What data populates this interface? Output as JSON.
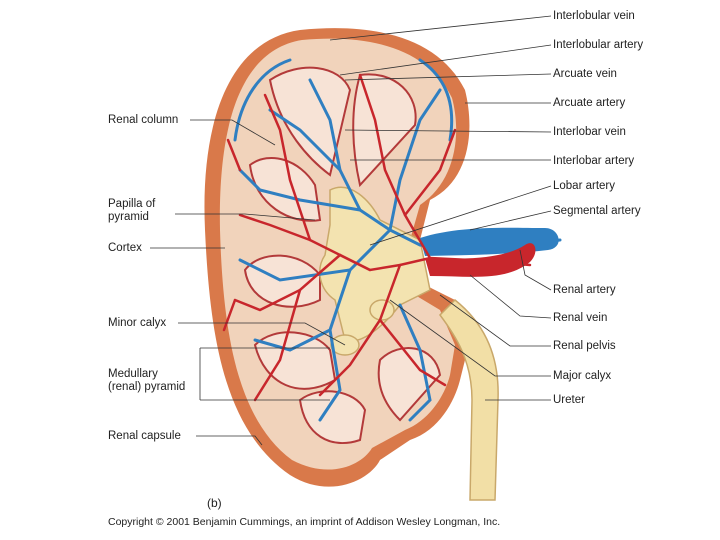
{
  "labels": {
    "interlobular_vein": "Interlobular vein",
    "interlobular_artery": "Interlobular artery",
    "arcuate_vein": "Arcuate vein",
    "arcuate_artery": "Arcuate artery",
    "interlobar_vein": "Interlobar vein",
    "interlobar_artery": "Interlobar artery",
    "lobar_artery": "Lobar artery",
    "segmental_artery": "Segmental artery",
    "renal_artery": "Renal artery",
    "renal_vein": "Renal vein",
    "renal_pelvis": "Renal pelvis",
    "major_calyx": "Major calyx",
    "ureter": "Ureter",
    "renal_column": "Renal column",
    "papilla_of_pyramid": "Papilla of\npyramid",
    "cortex": "Cortex",
    "minor_calyx": "Minor calyx",
    "medullary_pyramid": "Medullary\n(renal) pyramid",
    "renal_capsule": "Renal capsule"
  },
  "panel_label": "(b)",
  "copyright": "Copyright © 2001 Benjamin Cummings, an imprint of Addison Wesley Longman, Inc.",
  "colors": {
    "artery": "#c8262c",
    "vein": "#2f7fc1",
    "cortex": "#f1d3bb",
    "pyramid": "#f7e3d6",
    "pelvis": "#f3e3b0",
    "capsule": "#d9794a",
    "ureter": "#f2dfa6"
  }
}
